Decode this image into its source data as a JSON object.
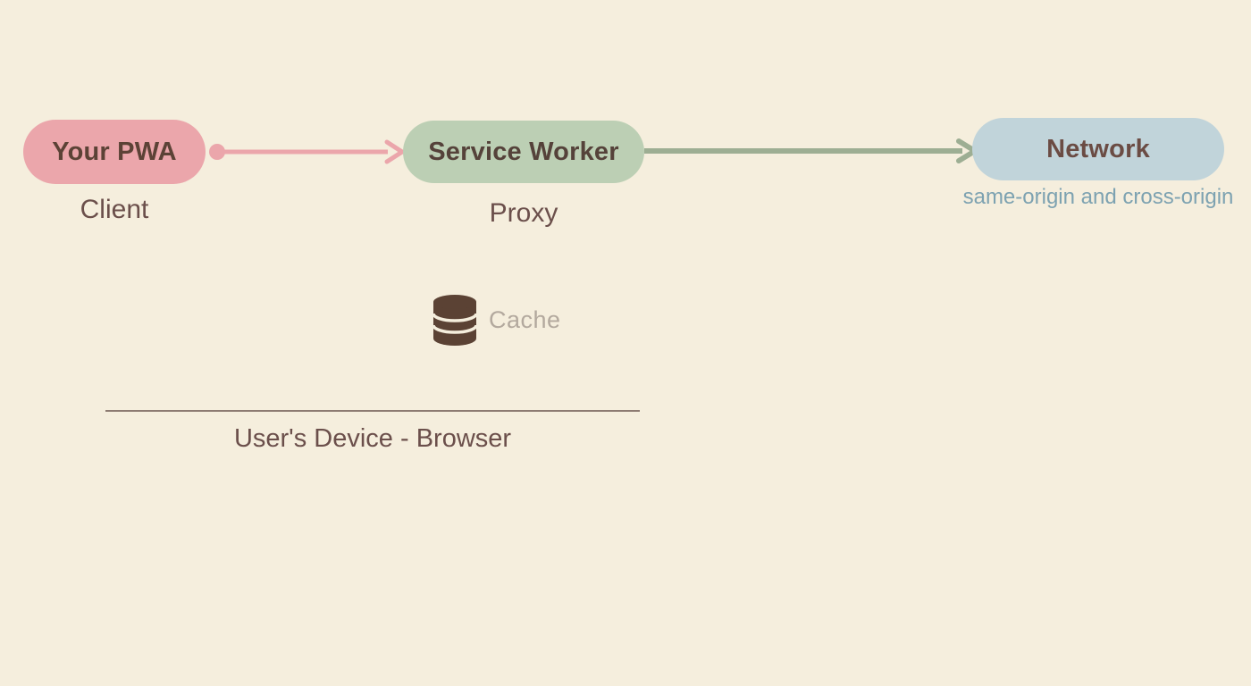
{
  "diagram": {
    "nodes": {
      "pwa": {
        "label": "Your PWA",
        "caption": "Client"
      },
      "service_worker": {
        "label": "Service Worker",
        "caption": "Proxy"
      },
      "network": {
        "label": "Network",
        "caption": "same-origin and cross-origin"
      }
    },
    "cache": {
      "label": "Cache",
      "icon": "database-icon"
    },
    "device": {
      "label": "User's Device - Browser"
    },
    "arrows": {
      "pwa_to_service_worker": {
        "from": "Your PWA",
        "to": "Service Worker",
        "color": "#eba6ab"
      },
      "service_worker_to_network": {
        "from": "Service Worker",
        "to": "Network",
        "color": "#9dae93"
      }
    },
    "colors": {
      "background": "#f5eedd",
      "pwa_fill": "#eba6ab",
      "service_worker_fill": "#bccfb4",
      "network_fill": "#c1d4da",
      "node_text": "#5c4236",
      "caption_text": "#6b4f4b",
      "network_caption_text": "#7da2b1",
      "cache_icon": "#5b4234",
      "cache_label": "#b3a99e",
      "device_line": "#8d7b72"
    }
  }
}
